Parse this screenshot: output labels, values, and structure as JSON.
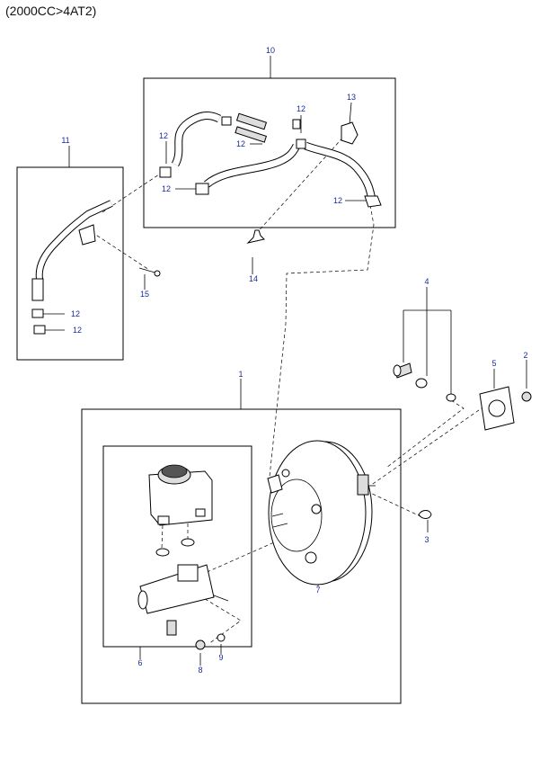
{
  "header": {
    "title": "(2000CC>4AT2)"
  },
  "callouts": {
    "c1": "1",
    "c2": "2",
    "c3": "3",
    "c4": "4",
    "c5": "5",
    "c6": "6",
    "c7": "7",
    "c8": "8",
    "c9": "9",
    "c10": "10",
    "c11": "11",
    "c12a": "12",
    "c12b": "12",
    "c12c": "12",
    "c12d": "12",
    "c12e": "12",
    "c12f": "12",
    "c12g": "12",
    "c13": "13",
    "c14": "14",
    "c15": "15"
  }
}
